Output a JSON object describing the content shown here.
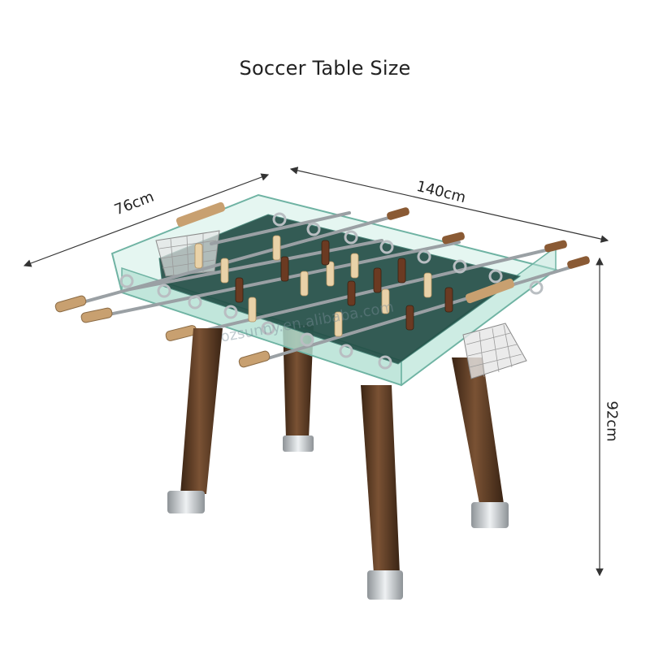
{
  "title": "Soccer Table Size",
  "dimensions": {
    "width": "76cm",
    "length": "140cm",
    "height": "92cm"
  },
  "watermark": "ozsunny.en.alibaba.com",
  "colors": {
    "glass": "#bfe6dc",
    "glass_edge": "#7fbfb0",
    "field": "#1f4a42",
    "wood": "#5a3a22",
    "chrome": "#c9cdd0",
    "handle": "#c8a070",
    "player_light": "#e9d2a8",
    "player_dark": "#6b3a22",
    "line": "#333333"
  }
}
